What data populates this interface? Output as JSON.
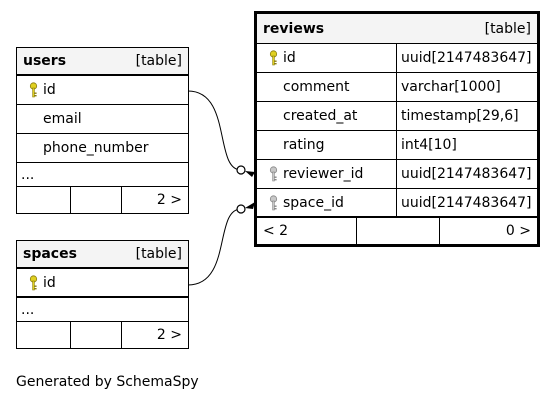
{
  "users": {
    "name": "users",
    "kind": "[table]",
    "columns": [
      "id",
      "email",
      "phone_number"
    ],
    "ellipsis": "...",
    "footer_right": "2 >"
  },
  "spaces": {
    "name": "spaces",
    "kind": "[table]",
    "columns": [
      "id"
    ],
    "ellipsis": "...",
    "footer_right": "2 >"
  },
  "reviews": {
    "name": "reviews",
    "kind": "[table]",
    "columns": [
      {
        "name": "id",
        "type": "uuid[2147483647]"
      },
      {
        "name": "comment",
        "type": "varchar[1000]"
      },
      {
        "name": "created_at",
        "type": "timestamp[29,6]"
      },
      {
        "name": "rating",
        "type": "int4[10]"
      },
      {
        "name": "reviewer_id",
        "type": "uuid[2147483647]"
      },
      {
        "name": "space_id",
        "type": "uuid[2147483647]"
      }
    ],
    "footer_left": "< 2",
    "footer_right": "0 >"
  },
  "footer_text": "Generated by SchemaSpy",
  "colors": {
    "primary_key": "#e0d020",
    "foreign_key": "#b8b8b8"
  },
  "icons": {
    "primary_key": "key-icon",
    "foreign_key": "key-icon"
  }
}
